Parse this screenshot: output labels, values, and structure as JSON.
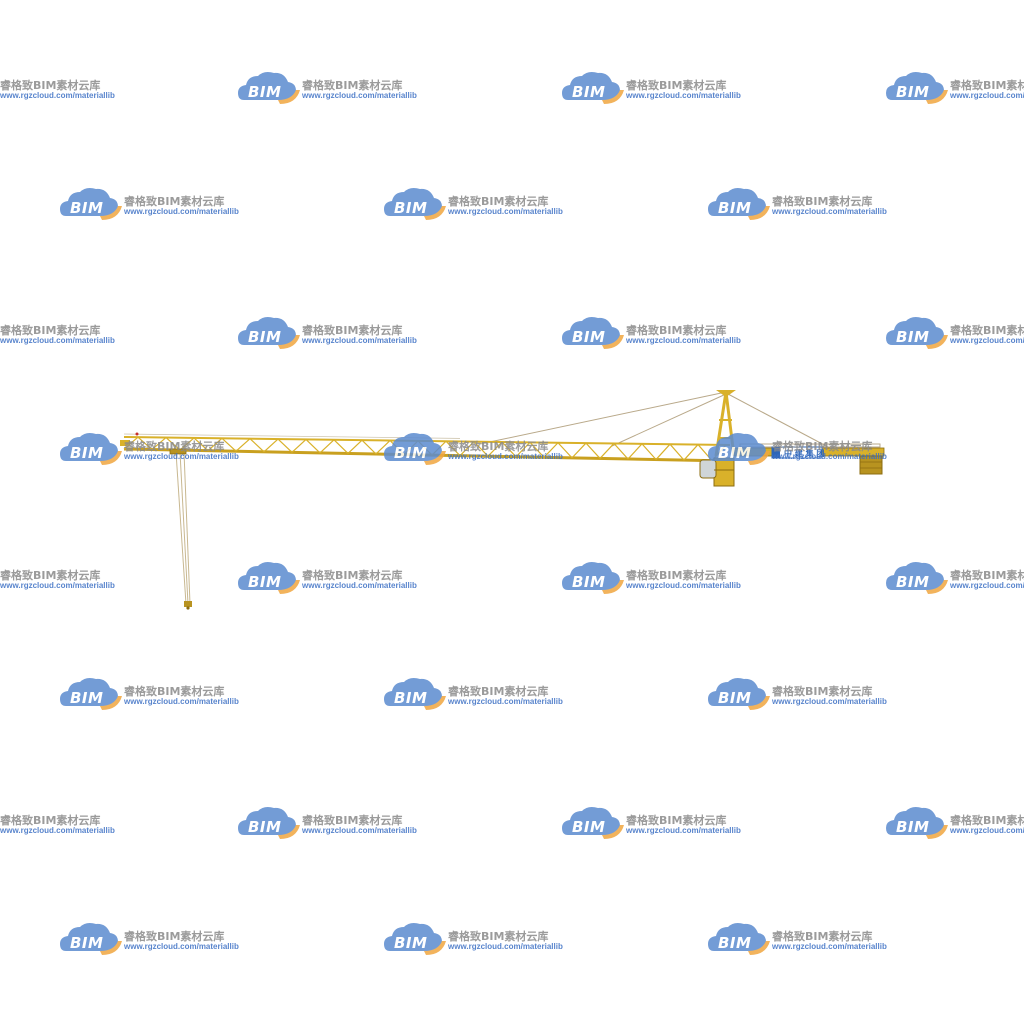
{
  "image": {
    "subject": "tower crane",
    "background_color": "#ffffff"
  },
  "watermark": {
    "brand": "BIM",
    "title": "睿格致BIM素材云库",
    "url": "www.rgzcloud.com/materiallib",
    "colors": {
      "cloud_blue": "#5b8bd0",
      "cloud_orange": "#f0a640",
      "title_gray": "#8a8a8a",
      "url_blue": "#3b6fc4"
    }
  },
  "crane": {
    "boom_sign": "中 建 集 团",
    "colors": {
      "structure_yellow": "#d9b12a",
      "structure_dark": "#8c6d10",
      "cable_gray": "#b9a98a",
      "counterweight": "#b89320",
      "sign_blue": "#2e66b8"
    }
  }
}
